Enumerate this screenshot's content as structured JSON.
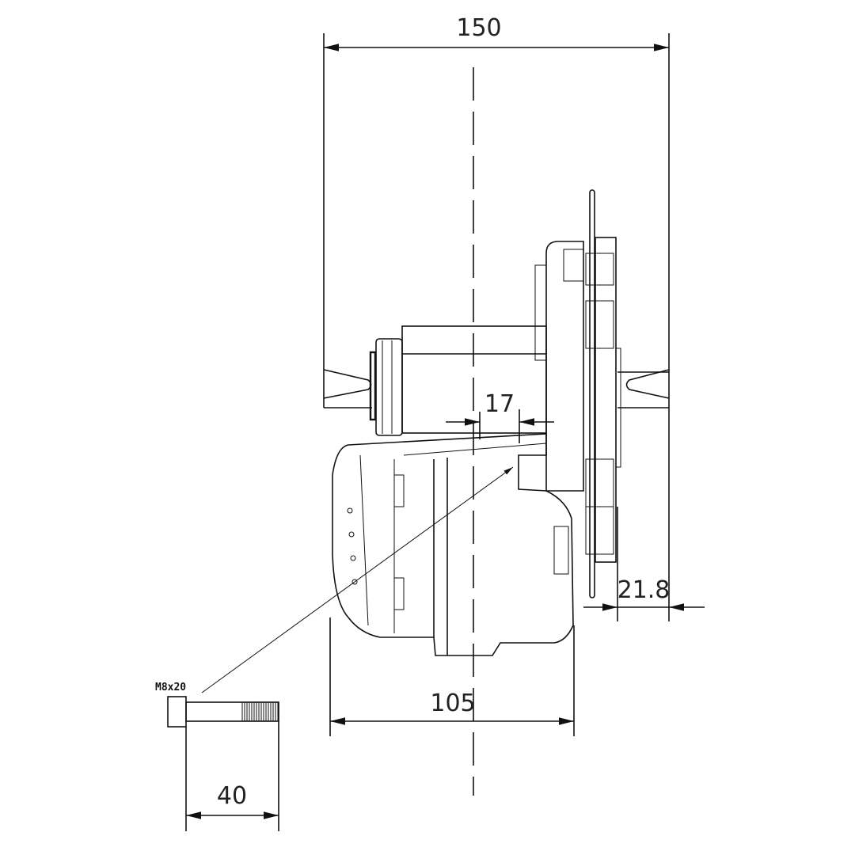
{
  "drawing": {
    "dimensions": {
      "overall_width": "150",
      "chainline_offset": "17",
      "crank_offset": "21.8",
      "housing_width": "105",
      "bolt_length": "40"
    },
    "bolt_label": "M8x20",
    "line_color": "#111111",
    "background": "#ffffff"
  }
}
